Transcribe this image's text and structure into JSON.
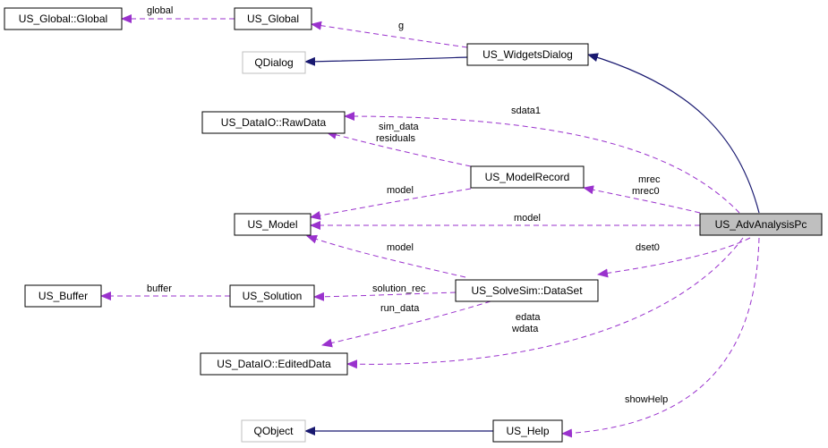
{
  "nodes": {
    "us_global_global": "US_Global::Global",
    "us_global": "US_Global",
    "qdialog": "QDialog",
    "us_widgetsdialog": "US_WidgetsDialog",
    "us_dataio_rawdata": "US_DataIO::RawData",
    "us_modelrecord": "US_ModelRecord",
    "us_model": "US_Model",
    "us_advanalysispc": "US_AdvAnalysisPc",
    "us_buffer": "US_Buffer",
    "us_solution": "US_Solution",
    "us_solvesim_dataset": "US_SolveSim::DataSet",
    "us_dataio_editeddata": "US_DataIO::EditedData",
    "qobject": "QObject",
    "us_help": "US_Help"
  },
  "edge_labels": {
    "global": "global",
    "g": "g",
    "sdata1": "sdata1",
    "sim_data": "sim_data",
    "residuals": "residuals",
    "mrec": "mrec",
    "mrec0": "mrec0",
    "model_from_modelrecord": "model",
    "model_from_advanalysis": "model",
    "model_from_dataset": "model",
    "dset0": "dset0",
    "buffer": "buffer",
    "solution_rec": "solution_rec",
    "run_data": "run_data",
    "edata": "edata",
    "wdata": "wdata",
    "showhelp": "showHelp"
  },
  "colors": {
    "usage_edge": "#9a32cd",
    "inheritance_edge": "#191970",
    "focus_node_fill": "#bfbfbf",
    "external_node_border": "#bfbfbf"
  }
}
